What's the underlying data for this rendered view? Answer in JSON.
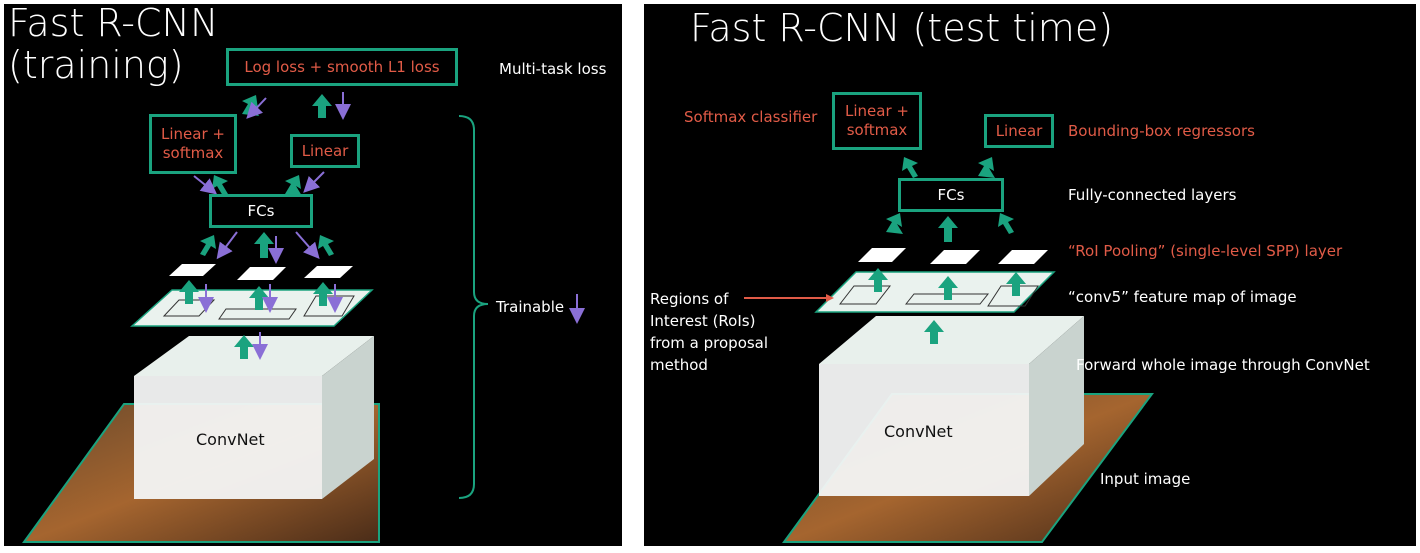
{
  "colors": {
    "background": "#000000",
    "accent_green": "#1aa37f",
    "label_red": "#e15b47",
    "backward_purple": "#8a6fd6",
    "text_white": "#ffffff"
  },
  "left": {
    "title_line1": "Fast R-CNN",
    "title_line2": "(training)",
    "loss_box": "Log loss + smooth L1 loss",
    "multitask_label": "Multi-task loss",
    "linear_softmax_line1": "Linear +",
    "linear_softmax_line2": "softmax",
    "linear_box": "Linear",
    "fcs_box": "FCs",
    "trainable_label": "Trainable",
    "convnet_label": "ConvNet"
  },
  "right": {
    "title": "Fast R-CNN (test time)",
    "softmax_classifier": "Softmax classifier",
    "linear_softmax_line1": "Linear +",
    "linear_softmax_line2": "softmax",
    "linear_box": "Linear",
    "bbox_regressors": "Bounding-box  regressors",
    "fcs_box": "FCs",
    "fully_connected": "Fully-connected layers",
    "roi_pooling": "“RoI Pooling” (single-level SPP) layer",
    "regions_line1": "Regions of",
    "regions_line2": "Interest (RoIs)",
    "regions_line3": "from a proposal",
    "regions_line4": "method",
    "conv5_label": "“conv5” feature map of image",
    "forward_label": "Forward whole image through ConvNet",
    "convnet_label": "ConvNet",
    "input_image": "Input image"
  }
}
